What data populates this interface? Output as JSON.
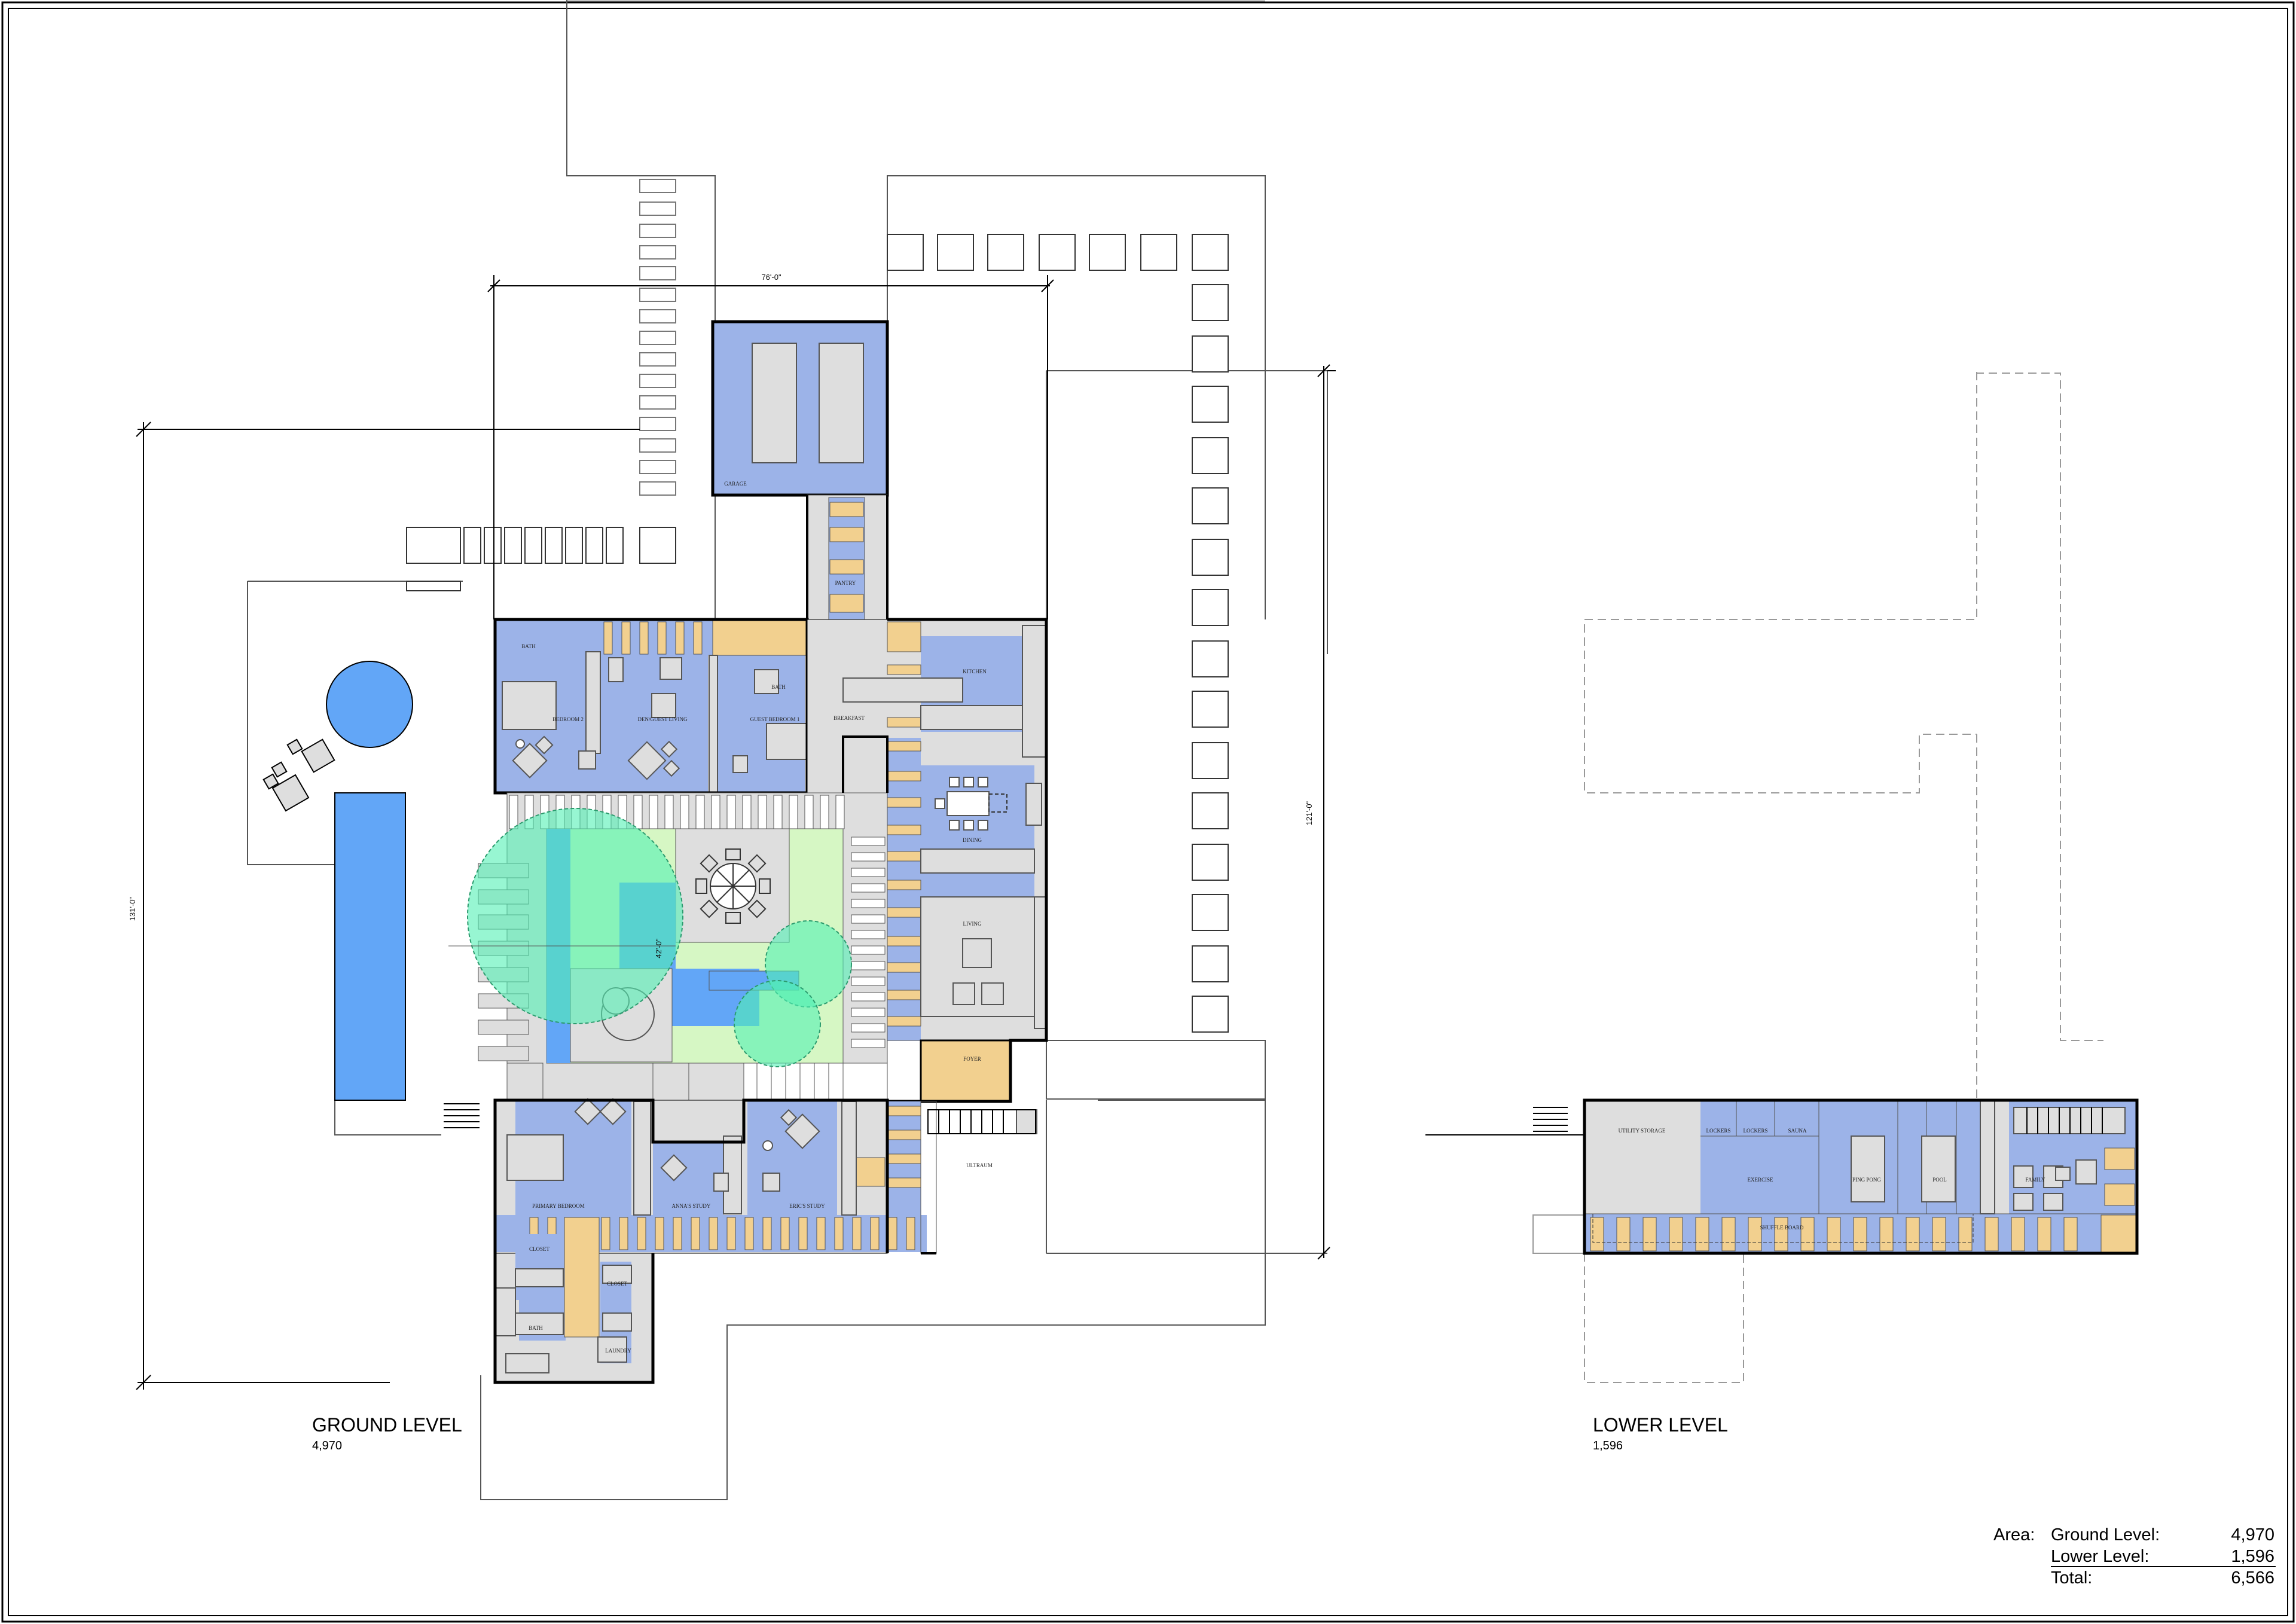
{
  "levels": {
    "ground": {
      "title": "GROUND LEVEL",
      "area": "4,970"
    },
    "lower": {
      "title": "LOWER LEVEL",
      "area": "1,596"
    }
  },
  "dimensions": {
    "width_top": "76'-0\"",
    "height_left": "131'-0\"",
    "height_right": "121'-0\"",
    "courtyard": "42'-0\""
  },
  "ground_rooms": {
    "garage": "GARAGE",
    "pantry": "PANTRY",
    "bath_1": "BATH",
    "bedroom_2": "BEDROOM 2",
    "den_guest_living": "DEN/GUEST LIVING",
    "bath_2": "BATH",
    "guest_bedroom": "GUEST BEDROOM 1",
    "breakfast": "BREAKFAST",
    "kitchen": "KITCHEN",
    "dining": "DINING",
    "living": "LIVING",
    "foyer": "FOYER",
    "entry": "ULTRAUM",
    "primary_bedroom": "PRIMARY BEDROOM",
    "annas_study": "ANNA'S STUDY",
    "erics_study": "ERIC'S STUDY",
    "closet_1": "CLOSET",
    "closet_2": "CLOSET",
    "bath_3": "BATH",
    "laundry": "LAUNDRY"
  },
  "lower_rooms": {
    "utility": "UTILITY STORAGE",
    "lockers_1": "LOCKERS",
    "lockers_2": "LOCKERS",
    "sauna": "SAUNA",
    "exercise": "EXERCISE",
    "ping_pong": "PING PONG",
    "pool": "POOL",
    "family": "FAMILY",
    "shuffle_board": "SHUFFLE BOARD"
  },
  "area_table": {
    "heading": "Area:",
    "rows": [
      {
        "label": "Ground Level:",
        "value": "4,970"
      },
      {
        "label": "Lower Level:",
        "value": "1,596"
      },
      {
        "label": "Total:",
        "value": "6,566"
      }
    ]
  },
  "colors": {
    "room_blue": "#9cb3e8",
    "circulation_tan": "#f2d08f",
    "furniture_gray": "#dedede",
    "pool_blue": "#62a6f7",
    "courtyard_green": "#d6f7c4",
    "tree_green": "#52f0b4"
  }
}
